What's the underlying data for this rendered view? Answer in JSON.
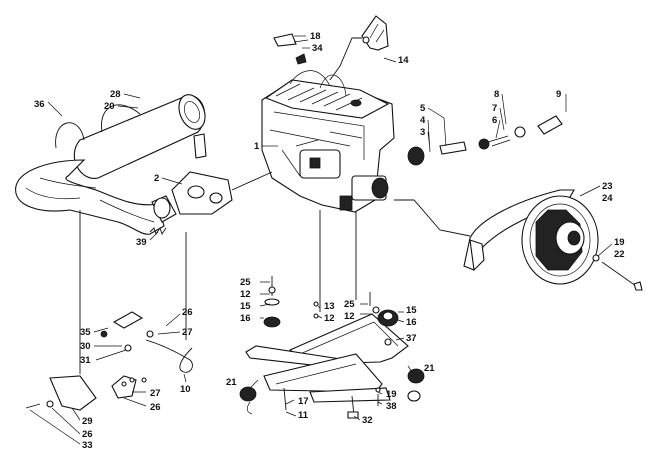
{
  "diagram": {
    "part_labels": [
      {
        "id": "l18",
        "text": "18"
      },
      {
        "id": "l34",
        "text": "34"
      },
      {
        "id": "l14",
        "text": "14"
      },
      {
        "id": "l28",
        "text": "28"
      },
      {
        "id": "l20",
        "text": "20"
      },
      {
        "id": "l36",
        "text": "36"
      },
      {
        "id": "l5",
        "text": "5"
      },
      {
        "id": "l4",
        "text": "4"
      },
      {
        "id": "l3",
        "text": "3"
      },
      {
        "id": "l8",
        "text": "8"
      },
      {
        "id": "l7",
        "text": "7"
      },
      {
        "id": "l6",
        "text": "6"
      },
      {
        "id": "l9",
        "text": "9"
      },
      {
        "id": "l1",
        "text": "1"
      },
      {
        "id": "l2",
        "text": "2"
      },
      {
        "id": "l23",
        "text": "23"
      },
      {
        "id": "l24",
        "text": "24"
      },
      {
        "id": "l39",
        "text": "39"
      },
      {
        "id": "l19a",
        "text": "19"
      },
      {
        "id": "l22",
        "text": "22"
      },
      {
        "id": "l25a",
        "text": "25"
      },
      {
        "id": "l12a",
        "text": "12"
      },
      {
        "id": "l15a",
        "text": "15"
      },
      {
        "id": "l16a",
        "text": "16"
      },
      {
        "id": "l13",
        "text": "13"
      },
      {
        "id": "l12b",
        "text": "12"
      },
      {
        "id": "l25b",
        "text": "25"
      },
      {
        "id": "l12c",
        "text": "12"
      },
      {
        "id": "l15b",
        "text": "15"
      },
      {
        "id": "l16b",
        "text": "16"
      },
      {
        "id": "l37",
        "text": "37"
      },
      {
        "id": "l26a",
        "text": "26"
      },
      {
        "id": "l27a",
        "text": "27"
      },
      {
        "id": "l35",
        "text": "35"
      },
      {
        "id": "l30",
        "text": "30"
      },
      {
        "id": "l31",
        "text": "31"
      },
      {
        "id": "l10",
        "text": "10"
      },
      {
        "id": "l21a",
        "text": "21"
      },
      {
        "id": "l17",
        "text": "17"
      },
      {
        "id": "l11",
        "text": "11"
      },
      {
        "id": "l21b",
        "text": "21"
      },
      {
        "id": "l19b",
        "text": "19"
      },
      {
        "id": "l38",
        "text": "38"
      },
      {
        "id": "l32",
        "text": "32"
      },
      {
        "id": "l27b",
        "text": "27"
      },
      {
        "id": "l26b",
        "text": "26"
      },
      {
        "id": "l29",
        "text": "29"
      },
      {
        "id": "l26c",
        "text": "26"
      },
      {
        "id": "l33",
        "text": "33"
      }
    ]
  }
}
